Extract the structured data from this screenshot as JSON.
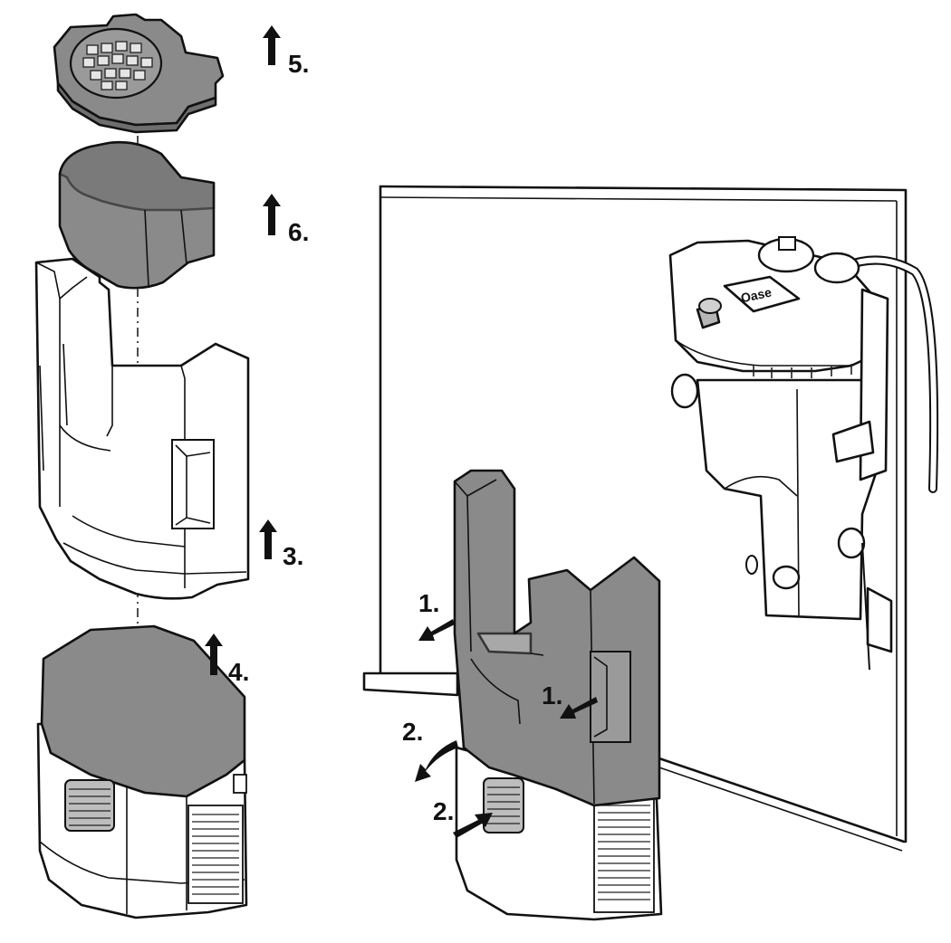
{
  "steps": {
    "step5": "5.",
    "step6": "6.",
    "step3": "3.",
    "step4": "4.",
    "right_1a": "1.",
    "right_1b": "1.",
    "right_2a": "2.",
    "right_2b": "2."
  },
  "pump_badge": "Oase",
  "colors": {
    "part_fill": "#8a8a8a",
    "outline": "#111111",
    "background": "#ffffff"
  }
}
